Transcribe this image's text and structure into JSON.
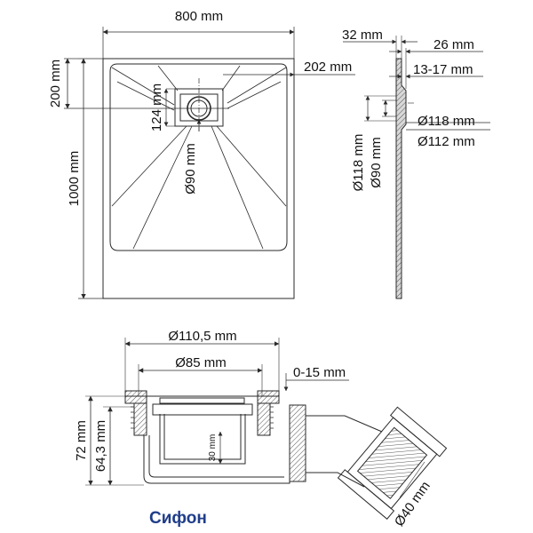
{
  "colors": {
    "line": "#2a2a2a",
    "hatch": "#555555",
    "caption": "#1f3d8a"
  },
  "tray_top_view": {
    "width_label": "800 mm",
    "length_label": "1000 mm",
    "drain_offset_label": "200 mm",
    "side_offset_label": "202 mm",
    "drain_box_label": "124 mm",
    "drain_hole_label": "Ø90 mm"
  },
  "tray_side_section": {
    "total_thickness_label": "32 mm",
    "slab_thickness_label": "26 mm",
    "slope_label": "13-17 mm",
    "outer_diameter_label": "Ø118 mm",
    "inner_diameter_label": "Ø112 mm",
    "hole_118_label": "Ø118 mm",
    "hole_90_label": "Ø90 mm"
  },
  "siphon_section": {
    "flange_diameter_label": "Ø110,5 mm",
    "body_diameter_label": "Ø85 mm",
    "adjust_label": "0-15 mm",
    "total_height_label": "72 mm",
    "body_height_label": "64,3 mm",
    "water_seal_label": "30 mm",
    "outlet_diameter_label": "Ø40 mm",
    "caption": "Сифон"
  }
}
